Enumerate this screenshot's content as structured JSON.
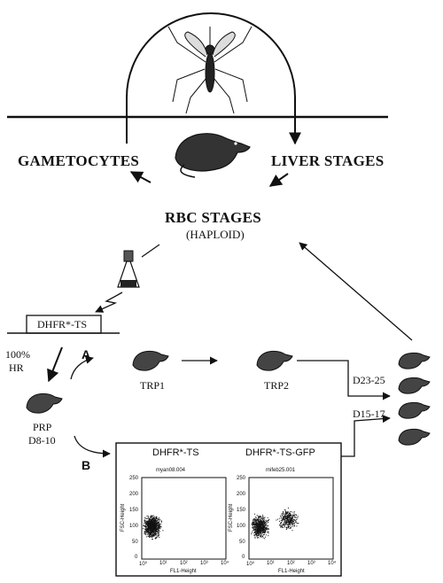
{
  "labels": {
    "gametocytes": "GAMETOCYTES",
    "liver_stages": "LIVER STAGES",
    "rbc_stages": "RBC STAGES",
    "haploid": "(HAPLOID)",
    "construct": "DHFR*-TS",
    "hr_pct": "100%",
    "hr": "HR",
    "path_a": "A",
    "path_b": "B",
    "trp1": "TRP1",
    "trp2": "TRP2",
    "prp": "PRP",
    "prp_day": "D8-10",
    "d23": "D23-25",
    "d15": "D15-17"
  },
  "panels": [
    {
      "title": "DHFR*-TS",
      "file": "myan08.004",
      "y_label": "FSC-Height",
      "x_label": "FL1-Height",
      "y_ticks": [
        "250",
        "200",
        "150",
        "100",
        "50",
        "0"
      ],
      "x_ticks": [
        "10⁰",
        "10¹",
        "10²",
        "10³",
        "10⁴"
      ]
    },
    {
      "title": "DHFR*-TS-GFP",
      "file": "mifeb25.001",
      "y_label": "FSC-Height",
      "x_label": "FL1-Height",
      "y_ticks": [
        "250",
        "200",
        "150",
        "100",
        "50",
        "0"
      ],
      "x_ticks": [
        "10⁰",
        "10¹",
        "10²",
        "10³",
        "10⁴"
      ]
    }
  ]
}
